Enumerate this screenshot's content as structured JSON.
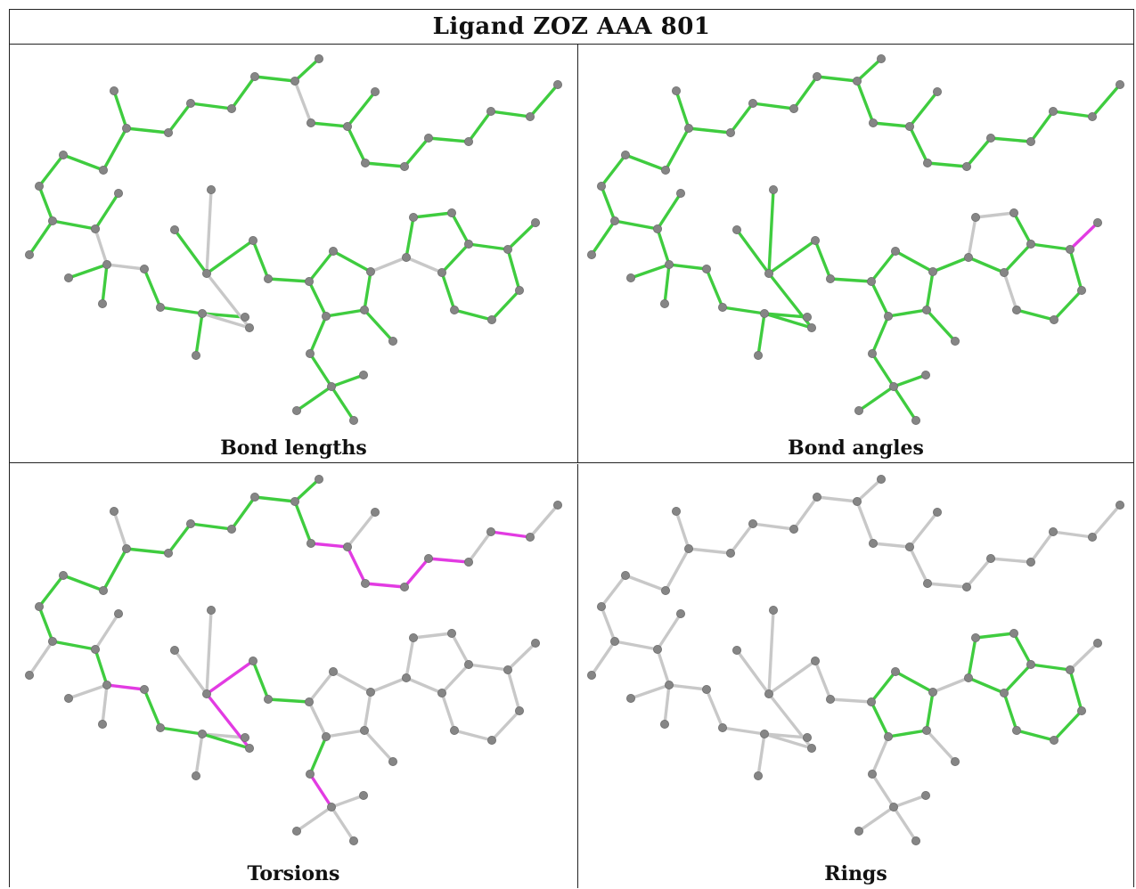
{
  "title": "Ligand ZOZ AAA 801",
  "colors": {
    "ok": "#3fcc3f",
    "outlier": "#e23be2",
    "neutral": "#c8c8c8",
    "atom": "#858585"
  },
  "panels": [
    {
      "caption": "Bond lengths"
    },
    {
      "caption": "Bond angles"
    },
    {
      "caption": "Torsions"
    },
    {
      "caption": "Rings"
    }
  ]
}
